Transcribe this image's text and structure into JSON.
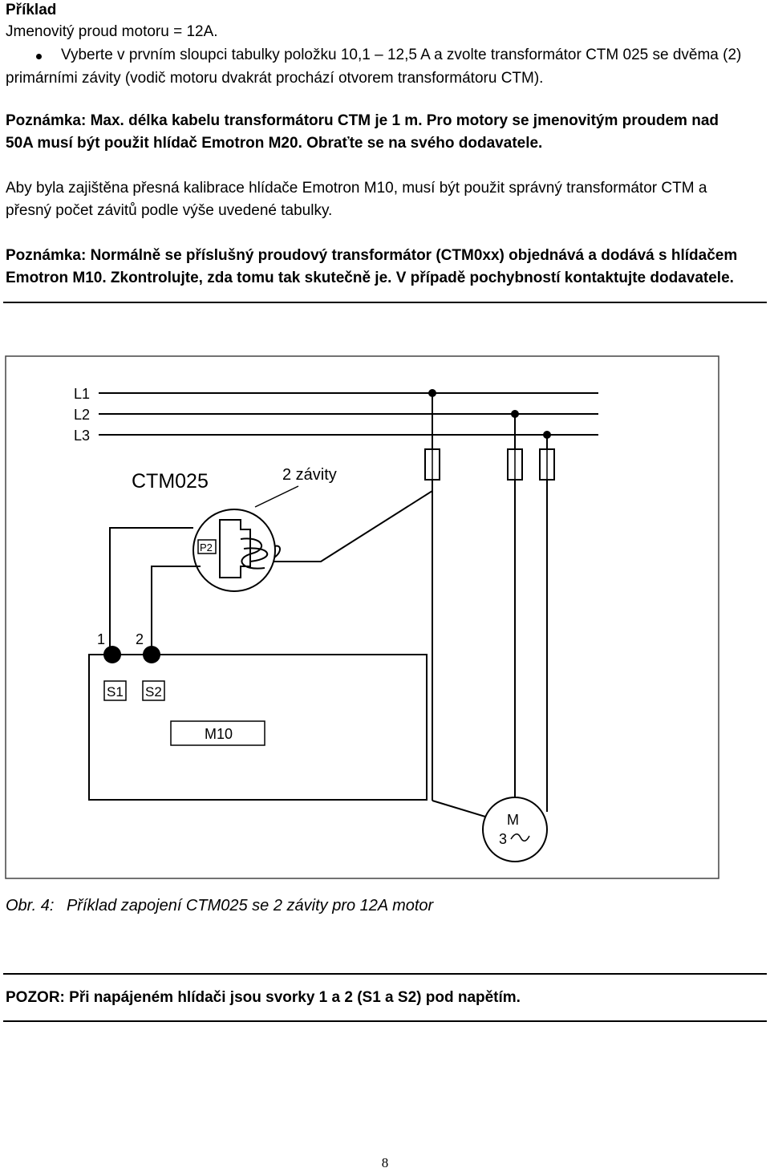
{
  "heading": "Příklad",
  "rated_current": "Jmenovitý proud motoru = 12A.",
  "bullet": {
    "line1": "Vyberte v prvním sloupci tabulky položku 10,1 – 12,5 A a zvolte transformátor CTM 025 se dvěma (2)",
    "line2": "primárními závity (vodič motoru dvakrát prochází otvorem transformátoru CTM)."
  },
  "note1": {
    "line1": "Poznámka: Max. délka kabelu transformátoru CTM je 1 m. Pro motory se jmenovitým proudem nad",
    "line2": "50A musí být použit hlídač Emotron M20. Obraťte se na svého dodavatele."
  },
  "calibration": {
    "line1": "Aby byla zajištěna přesná kalibrace hlídače Emotron M10, musí být použit správný transformátor CTM a",
    "line2": "přesný počet závitů podle výše uvedené tabulky."
  },
  "note2": {
    "line1": "Poznámka: Normálně se příslušný proudový transformátor (CTM0xx) objednává a dodává s hlídačem",
    "line2": "Emotron M10. Zkontrolujte, zda tomu tak skutečně je. V případě pochybností kontaktujte dodavatele."
  },
  "diagram": {
    "phases": [
      "L1",
      "L2",
      "L3"
    ],
    "ctm_label": "CTM025",
    "turns_label": "2 závity",
    "p2_label": "P2",
    "terminal_1": "1",
    "terminal_2": "2",
    "s1_label": "S1",
    "s2_label": "S2",
    "monitor_label": "M10",
    "motor_label": "M",
    "motor_phase": "3"
  },
  "caption": {
    "prefix": "Obr. 4:",
    "text": "Příklad zapojení CTM025 se 2 závity pro 12A motor"
  },
  "warning": "POZOR: Při napájeném hlídači jsou svorky 1 a 2 (S1 a S2) pod napětím.",
  "page_number": "8"
}
